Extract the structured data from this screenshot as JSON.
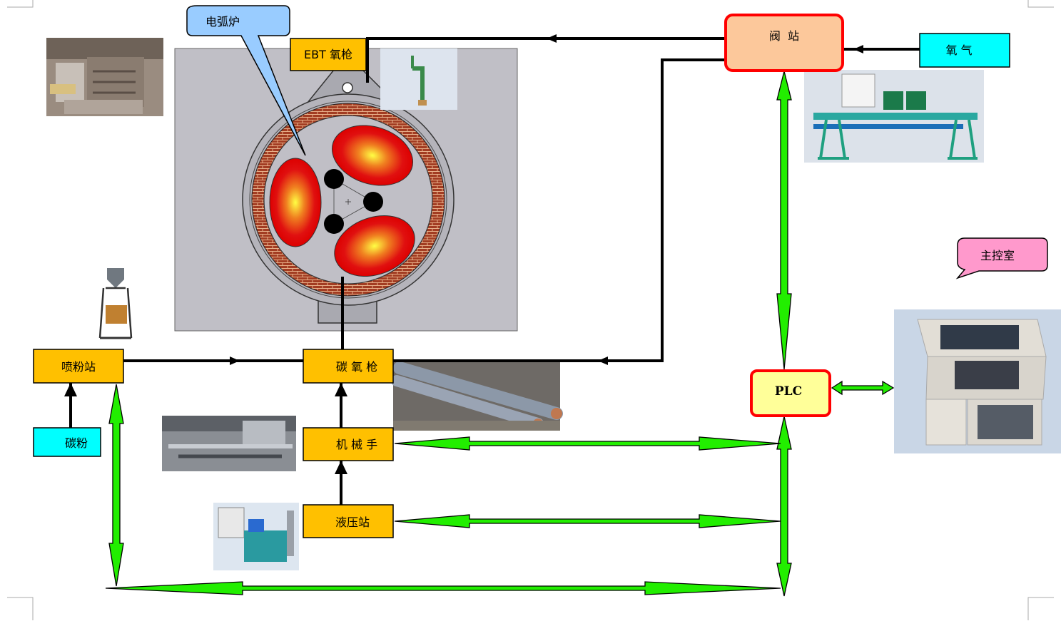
{
  "nodes": {
    "furnace_callout": "电弧炉",
    "ebt_lance": "EBT 氧枪",
    "valve_station": "阀  站",
    "oxygen": "氧 气",
    "control_room": "主控室",
    "plc": "PLC",
    "powder_station": "喷粉站",
    "carbon_oxygen_lance": "碳 氧 枪",
    "carbon_powder": "碳粉",
    "manipulator": "机 械 手",
    "hydraulic_station": "液压站"
  },
  "colors": {
    "yellow_box": "#ffc000",
    "cyan_box": "#00ffff",
    "valve_fill": "#fcc89b",
    "plc_fill": "#ffff99",
    "red_border": "#ff0000",
    "green_arrow": "#22ee00",
    "blue_callout": "#99ccff",
    "pink_callout": "#ff99cc",
    "furnace_panel": "#c0bfc6"
  },
  "icons": [
    "furnace-photo",
    "lance-photo",
    "valve-station-photo",
    "control-console-photo",
    "powder-tower-photo",
    "lance-pipes-photo",
    "manipulator-photo",
    "hydraulic-unit-photo"
  ]
}
